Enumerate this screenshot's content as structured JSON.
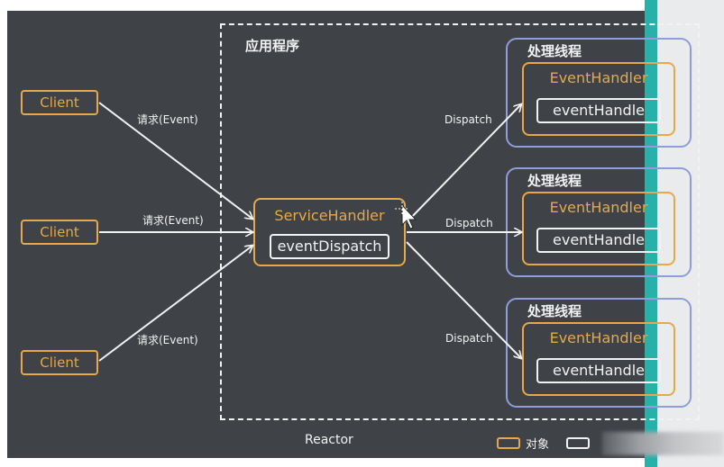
{
  "diagram": {
    "app_title": "应用程序",
    "clients": [
      {
        "label": "Client",
        "edge_label": "请求(Event)"
      },
      {
        "label": "Client",
        "edge_label": "请求(Event)"
      },
      {
        "label": "Client",
        "edge_label": "请求(Event)"
      }
    ],
    "service_handler": {
      "title": "ServiceHandler",
      "method": "eventDispatch"
    },
    "dispatch_label": "Dispatch",
    "threads": [
      {
        "title": "处理线程",
        "handler": "EventHandler",
        "method": "eventHandle"
      },
      {
        "title": "处理线程",
        "handler": "EventHandler",
        "method": "eventHandle"
      },
      {
        "title": "处理线程",
        "handler": "EventHandler",
        "method": "eventHandle"
      }
    ],
    "footer_label": "Reactor",
    "legend": {
      "object_label": "对象"
    }
  },
  "colors": {
    "background": "#3f4247",
    "object_border": "#e6a84a",
    "thread_border": "#8e9ed9",
    "line": "#f2f2f2",
    "accent_strip": "#27b1a8"
  }
}
